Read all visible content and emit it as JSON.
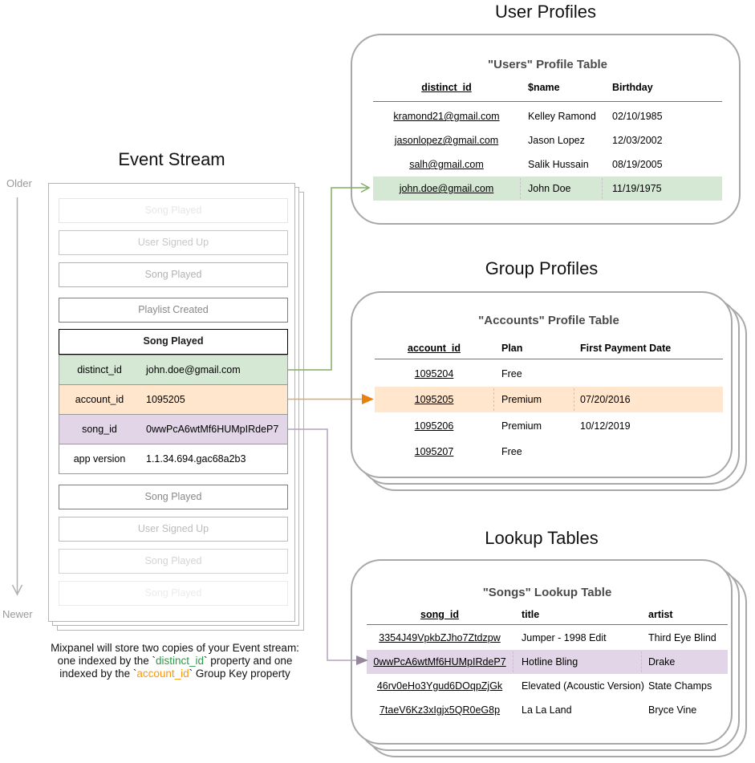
{
  "colors": {
    "green-fill": "#d5e8d4",
    "orange-fill": "#ffe6cc",
    "purple-fill": "#e1d5e7",
    "arrow-green": "#7fae63",
    "arrow-orange-line": "#e0aa5e",
    "arrow-orange-head": "#e8820d",
    "arrow-purple-line": "#b2a2bf",
    "arrow-purple-head": "#94879c",
    "caption-green": "#2b9a47",
    "caption-orange": "#ff9500",
    "card-border": "#a8a8a8",
    "timeline-gray": "#b0b0b0"
  },
  "event_stream": {
    "title": "Event Stream",
    "older_label": "Older",
    "newer_label": "Newer",
    "events_before": [
      {
        "label": "Song Played"
      },
      {
        "label": "User Signed Up"
      },
      {
        "label": "Song Played"
      },
      {
        "label": "Playlist Created"
      }
    ],
    "detail_card": {
      "title": "Song Played",
      "rows": [
        {
          "key": "distinct_id",
          "value": "john.doe@gmail.com"
        },
        {
          "key": "account_id",
          "value": "1095205"
        },
        {
          "key": "song_id",
          "value": "0wwPcA6wtMf6HUMpIRdeP7"
        },
        {
          "key": "app version",
          "value": "1.1.34.694.gac68a2b3"
        }
      ]
    },
    "events_after": [
      {
        "label": "Song Played"
      },
      {
        "label": "User Signed Up"
      },
      {
        "label": "Song Played"
      },
      {
        "label": "Song Played"
      }
    ],
    "caption": {
      "line1": "Mixpanel will store two copies of your Event stream:",
      "line2_pre": "one indexed by the `",
      "line2_code": "distinct_id",
      "line2_post": "` property and one",
      "line3_pre": "indexed by the `",
      "line3_code": "account_id",
      "line3_post": "` Group Key property"
    }
  },
  "user_profiles": {
    "section_title": "User Profiles",
    "table_title": "\"Users\" Profile Table",
    "columns": [
      "distinct_id",
      "$name",
      "Birthday"
    ],
    "rows": [
      [
        "kramond21@gmail.com",
        "Kelley Ramond",
        "02/10/1985"
      ],
      [
        "jasonlopez@gmail.com",
        "Jason Lopez",
        "12/03/2002"
      ],
      [
        "salh@gmail.com",
        "Salik Hussain",
        "08/19/2005"
      ],
      [
        "john.doe@gmail.com",
        "John Doe",
        "11/19/1975"
      ]
    ]
  },
  "group_profiles": {
    "section_title": "Group Profiles",
    "table_title": "\"Accounts\" Profile Table",
    "columns": [
      "account_id",
      "Plan",
      "First Payment Date"
    ],
    "rows": [
      [
        "1095204",
        "Free",
        ""
      ],
      [
        "1095205",
        "Premium",
        "07/20/2016"
      ],
      [
        "1095206",
        "Premium",
        "10/12/2019"
      ],
      [
        "1095207",
        "Free",
        ""
      ]
    ]
  },
  "lookup_tables": {
    "section_title": "Lookup Tables",
    "table_title": "\"Songs\" Lookup Table",
    "columns": [
      "song_id",
      "title",
      "artist"
    ],
    "rows": [
      [
        "3354J49VpkbZJho7Ztdzpw",
        "Jumper - 1998 Edit",
        "Third Eye Blind"
      ],
      [
        "0wwPcA6wtMf6HUMpIRdeP7",
        "Hotline Bling",
        "Drake"
      ],
      [
        "46rv0eHo3Ygud6DOqpZjGk",
        "Elevated (Acoustic Version)",
        "State Champs"
      ],
      [
        "7taeV6Kz3xIgjx5QR0eG8p",
        "La La Land",
        "Bryce Vine"
      ]
    ]
  }
}
